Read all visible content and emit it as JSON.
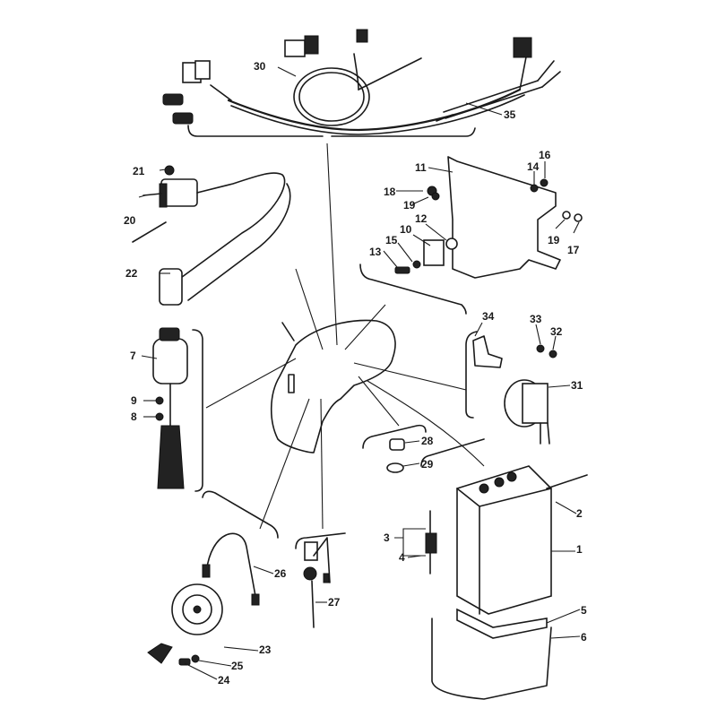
{
  "diagram": {
    "type": "exploded-parts-diagram",
    "subject": "Motorcycle electrical components",
    "callouts": [
      {
        "id": "30",
        "part": "wire-harness"
      },
      {
        "id": "35",
        "part": "lead-wire"
      },
      {
        "id": "21",
        "part": "ignition-coil-bolt"
      },
      {
        "id": "20",
        "part": "ignition-coil"
      },
      {
        "id": "22",
        "part": "spark-plug-cap"
      },
      {
        "id": "11",
        "part": "bracket"
      },
      {
        "id": "18",
        "part": "bolt"
      },
      {
        "id": "19",
        "part": "washer"
      },
      {
        "id": "12",
        "part": "collar"
      },
      {
        "id": "10",
        "part": "rectifier"
      },
      {
        "id": "15",
        "part": "washer"
      },
      {
        "id": "13",
        "part": "bolt"
      },
      {
        "id": "14",
        "part": "nut"
      },
      {
        "id": "16",
        "part": "nut"
      },
      {
        "id": "19b",
        "part": "washer"
      },
      {
        "id": "17",
        "part": "bolt"
      },
      {
        "id": "7",
        "part": "main-switch"
      },
      {
        "id": "9",
        "part": "washer"
      },
      {
        "id": "8",
        "part": "nut"
      },
      {
        "id": "34",
        "part": "relay-bracket"
      },
      {
        "id": "33",
        "part": "washer"
      },
      {
        "id": "32",
        "part": "nut"
      },
      {
        "id": "31",
        "part": "flasher-relay"
      },
      {
        "id": "28",
        "part": "grommet"
      },
      {
        "id": "29",
        "part": "washer"
      },
      {
        "id": "2",
        "part": "breather-pipe"
      },
      {
        "id": "1",
        "part": "battery"
      },
      {
        "id": "3",
        "part": "fuse-holder-assy"
      },
      {
        "id": "4",
        "part": "fuse"
      },
      {
        "id": "5",
        "part": "battery-band"
      },
      {
        "id": "6",
        "part": "battery-case"
      },
      {
        "id": "26",
        "part": "horn-lead"
      },
      {
        "id": "27",
        "part": "stop-switch"
      },
      {
        "id": "23",
        "part": "horn"
      },
      {
        "id": "25",
        "part": "washer"
      },
      {
        "id": "24",
        "part": "bolt"
      }
    ],
    "labels": {
      "l30": "30",
      "l35": "35",
      "l21": "21",
      "l20": "20",
      "l22": "22",
      "l11": "11",
      "l18": "18",
      "l19a": "19",
      "l12": "12",
      "l10": "10",
      "l15": "15",
      "l13": "13",
      "l14": "14",
      "l16": "16",
      "l19b": "19",
      "l17": "17",
      "l7": "7",
      "l9": "9",
      "l8": "8",
      "l34": "34",
      "l33": "33",
      "l32": "32",
      "l31": "31",
      "l28": "28",
      "l29": "29",
      "l2": "2",
      "l1": "1",
      "l3": "3",
      "l4": "4",
      "l5": "5",
      "l6": "6",
      "l26": "26",
      "l27": "27",
      "l23": "23",
      "l25": "25",
      "l24": "24"
    }
  }
}
